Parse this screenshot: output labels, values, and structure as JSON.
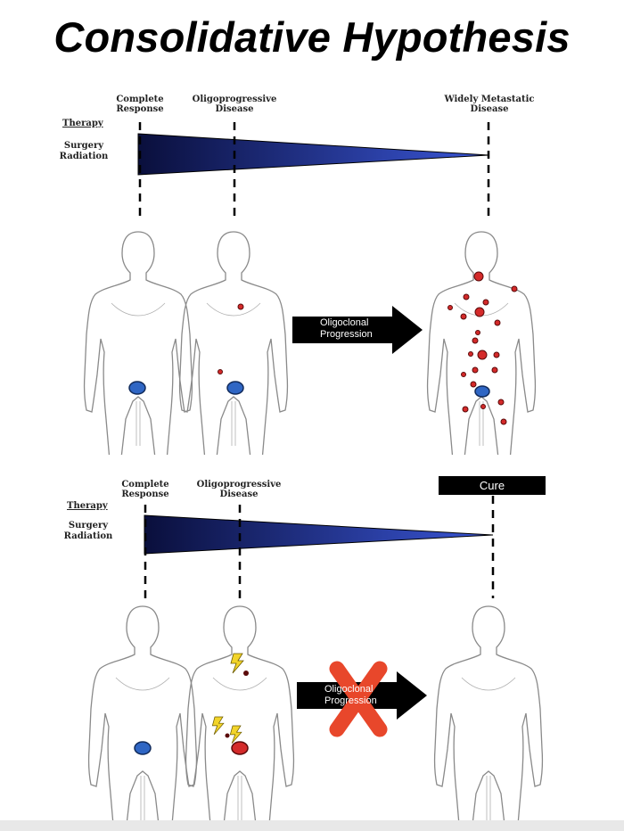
{
  "title": "Consolidative Hypothesis",
  "top_panel": {
    "stages": {
      "complete": "Complete\nResponse",
      "oligo": "Oligoprogressive\nDisease",
      "widely": "Widely Metastatic\nDisease"
    },
    "therapy_heading": "Therapy",
    "therapy_items": [
      "Surgery",
      "Radiation"
    ],
    "arrow_label": "Oligoclonal\nProgression"
  },
  "bottom_panel": {
    "stages": {
      "complete": "Complete\nResponse",
      "oligo": "Oligoprogressive\nDisease"
    },
    "therapy_heading": "Therapy",
    "therapy_items": [
      "Surgery",
      "Radiation"
    ],
    "arrow_label": "Oligoclonal\nProgression",
    "cure_label": "Cure"
  },
  "colors": {
    "wedge_dark": "#0a0f3c",
    "wedge_light": "#3a56d6",
    "tumor_blue": "#2f66c4",
    "metastasis_red": "#d42a2a",
    "x_mark": "#e8472b",
    "lightning": "#f2d42a"
  },
  "icons": [
    "lightning-bolt-icon",
    "x-mark-icon",
    "arrow-right-icon"
  ]
}
